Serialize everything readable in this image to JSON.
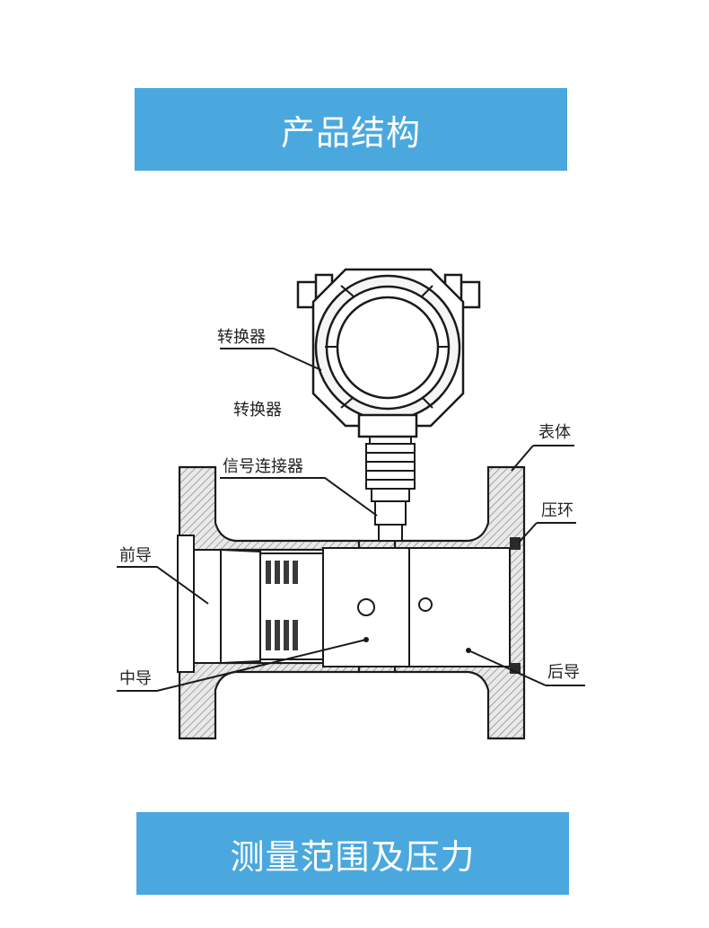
{
  "header": {
    "title": "产品结构"
  },
  "footer": {
    "title": "测量范围及压力"
  },
  "diagram": {
    "labels": {
      "converter": "转换器",
      "converter_repeat": "转换器",
      "body": "表体",
      "signal_connector": "信号连接器",
      "pressure_ring": "压环",
      "front_guide": "前导",
      "middle_guide": "中导",
      "rear_guide": "后导"
    },
    "colors": {
      "outline": "#1a1a1a",
      "hatch": "#555555",
      "banner": "#4aa8de"
    }
  }
}
